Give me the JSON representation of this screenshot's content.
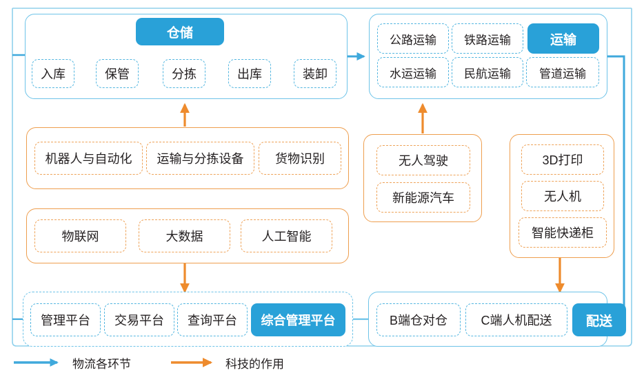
{
  "diagram": {
    "title_colors": {
      "blue": "#29A1D8",
      "blue_light": "#6DC3E8",
      "orange": "#EE8B2D",
      "orange_light": "#EEA257",
      "text": "#231f20"
    },
    "warehouse_group": {
      "badge": "仓储",
      "steps": [
        "入库",
        "保管",
        "分拣",
        "出库",
        "装卸"
      ]
    },
    "transport_group": {
      "badge": "运输",
      "modes_row1": [
        "公路运输",
        "铁路运输"
      ],
      "modes_row2": [
        "水运运输",
        "民航运输",
        "管道运输"
      ]
    },
    "tech_warehouse_group": {
      "items": [
        "机器人与自动化",
        "运输与分拣设备",
        "货物识别"
      ]
    },
    "tech_platform_group": {
      "items": [
        "物联网",
        "大数据",
        "人工智能"
      ]
    },
    "tech_transport_group": {
      "items": [
        "无人驾驶",
        "新能源汽车"
      ]
    },
    "tech_delivery_group": {
      "items": [
        "3D打印",
        "无人机",
        "智能快递柜"
      ]
    },
    "platform_group": {
      "badge": "综合管理平台",
      "items": [
        "管理平台",
        "交易平台",
        "查询平台"
      ]
    },
    "delivery_group": {
      "badge": "配送",
      "items": [
        "B端仓对仓",
        "C端人机配送"
      ]
    },
    "legend": {
      "items": [
        {
          "label": "物流各环节",
          "color": "#3FA9DC"
        },
        {
          "label": "科技的作用",
          "color": "#EE8B2D"
        }
      ]
    }
  }
}
